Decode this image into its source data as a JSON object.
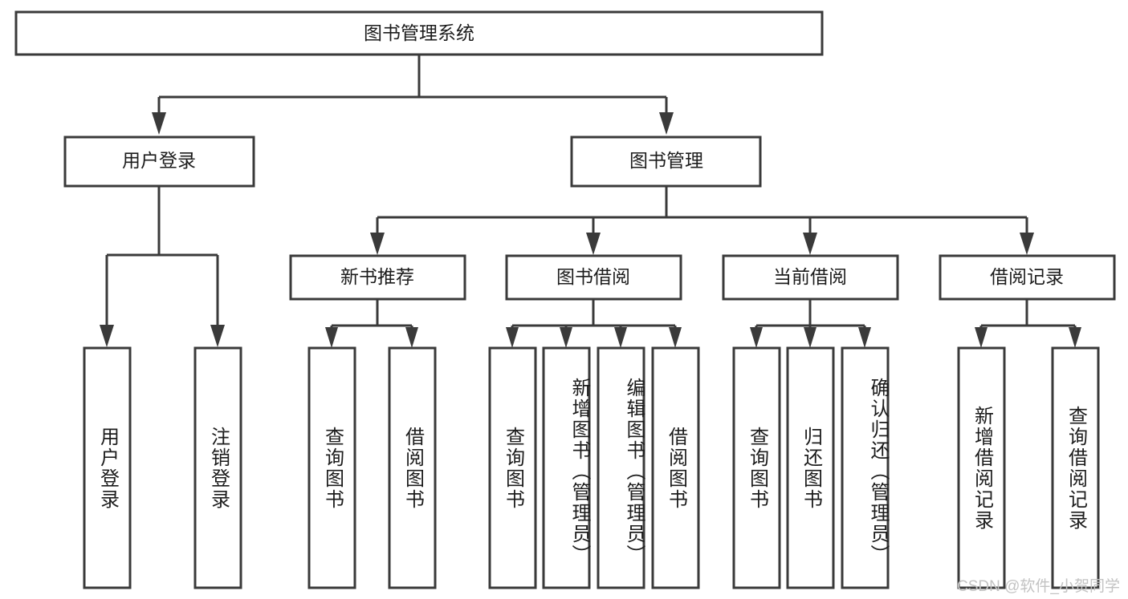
{
  "diagram": {
    "title": "图书管理系统",
    "type": "tree-hierarchy",
    "root": {
      "label": "图书管理系统"
    },
    "level1": [
      {
        "label": "用户登录"
      },
      {
        "label": "图书管理"
      }
    ],
    "level2": [
      {
        "label": "新书推荐",
        "parent": "图书管理"
      },
      {
        "label": "图书借阅",
        "parent": "图书管理"
      },
      {
        "label": "当前借阅",
        "parent": "图书管理"
      },
      {
        "label": "借阅记录",
        "parent": "图书管理"
      }
    ],
    "leaves": {
      "user_login": [
        "用户登录",
        "注销登录"
      ],
      "new_book": [
        "查询图书",
        "借阅图书"
      ],
      "book_borrow": [
        "查询图书",
        "新增图书（管理员）",
        "编辑图书（管理员）",
        "借阅图书"
      ],
      "current_borrow": [
        "查询图书",
        "归还图书",
        "确认归还（管理员）"
      ],
      "borrow_record": [
        "新增借阅记录",
        "查询借阅记录"
      ]
    }
  },
  "watermark": {
    "text": "CSDN @软件_小贺同学"
  },
  "colors": {
    "stroke": "#3a3a3a",
    "fill": "#ffffff",
    "text": "#1c1c1c",
    "watermark": "#c3c3c3"
  }
}
